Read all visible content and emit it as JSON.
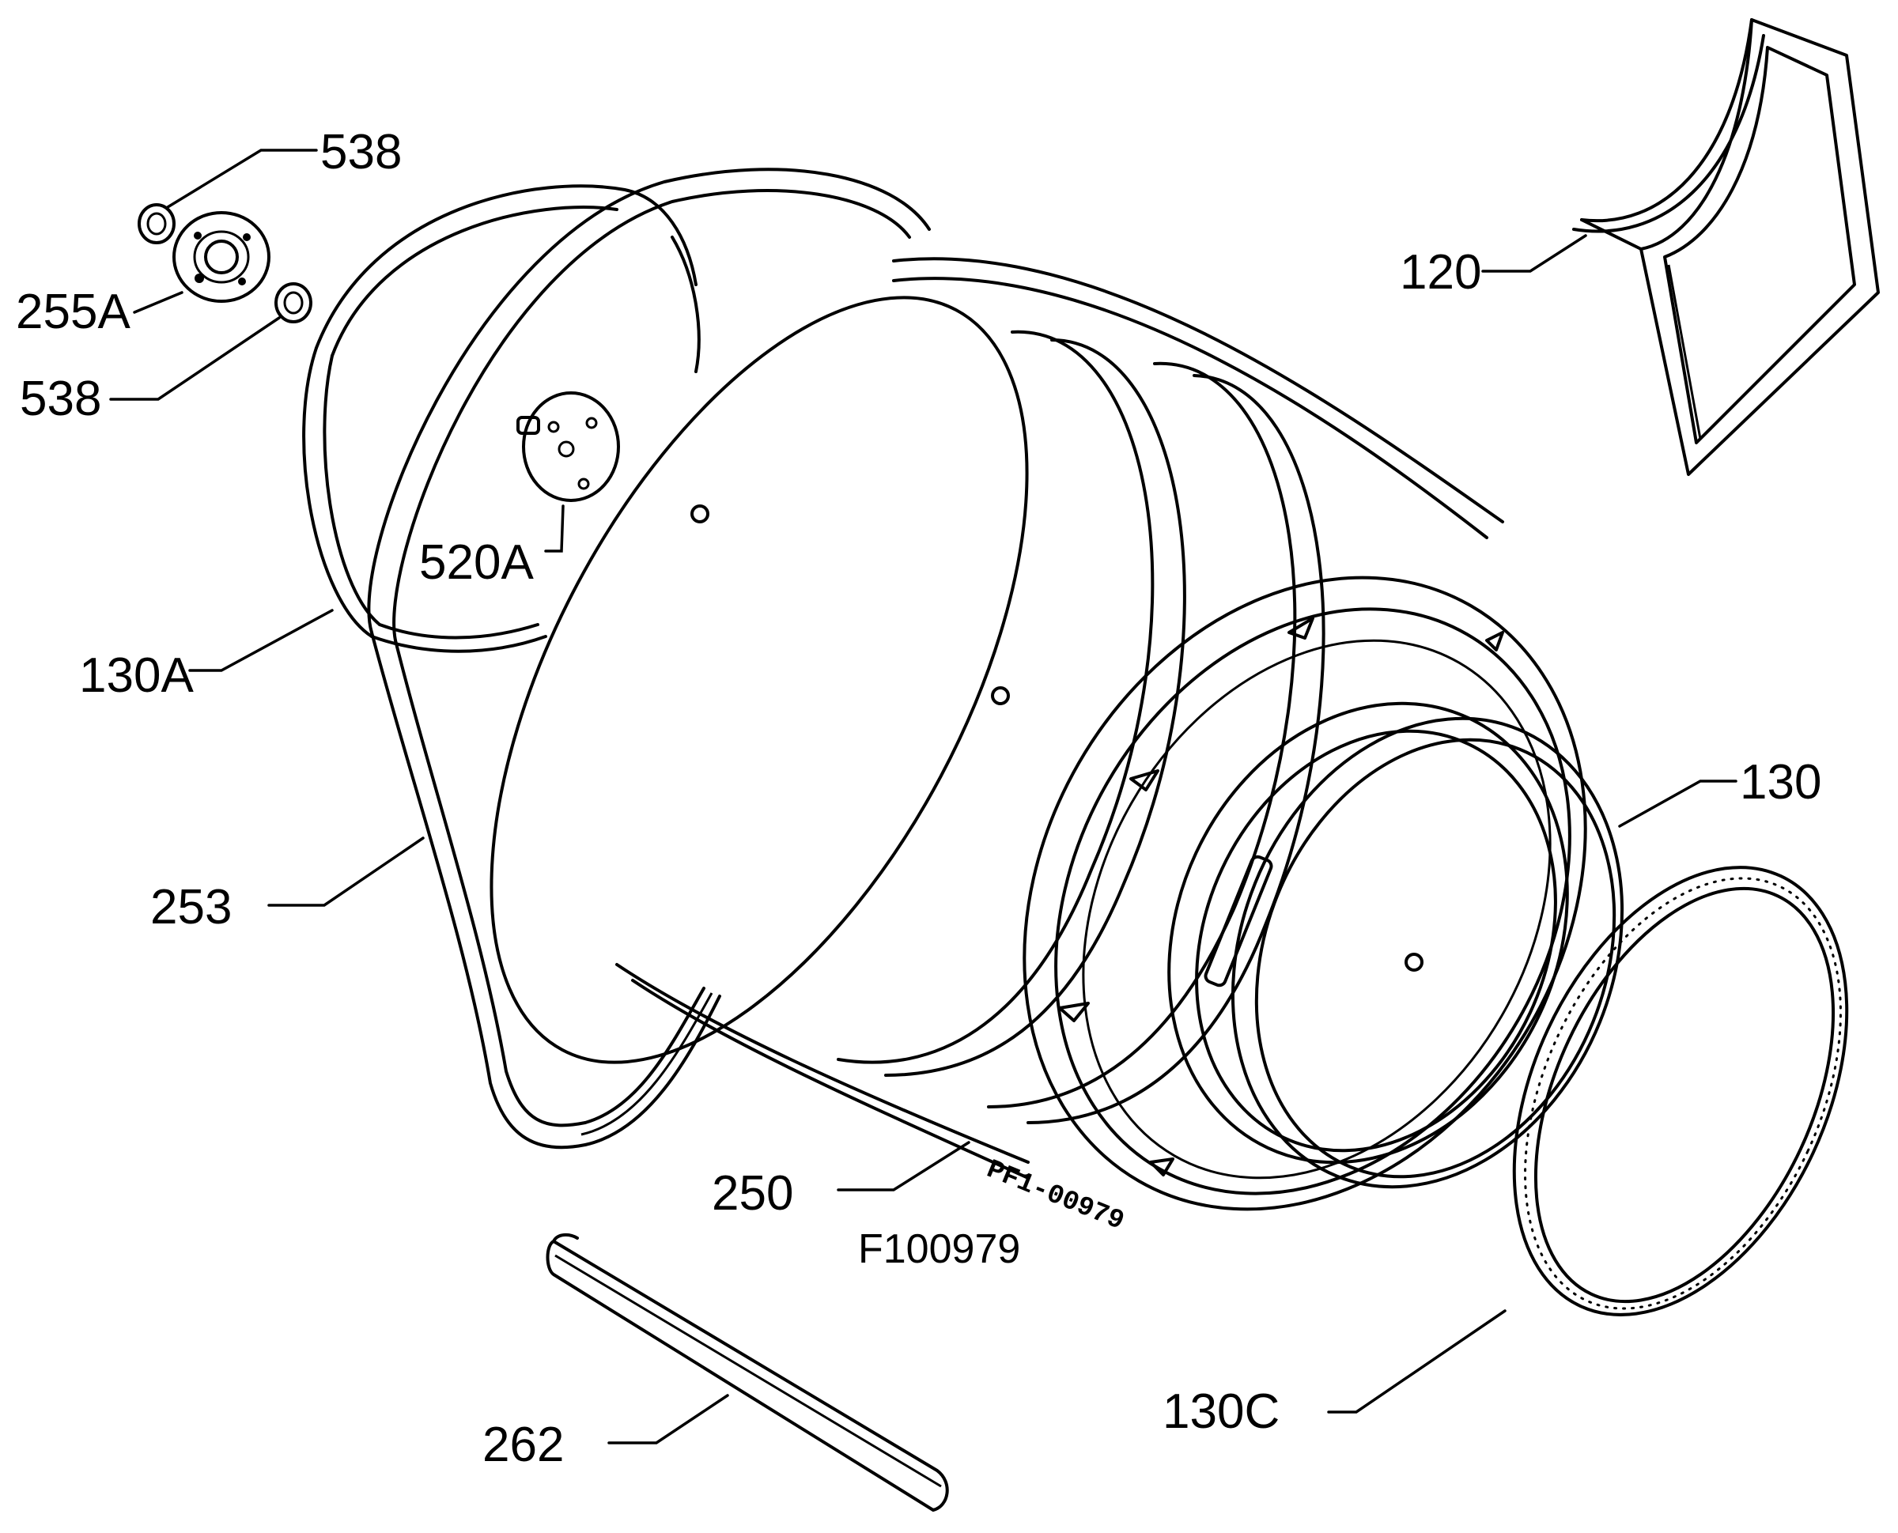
{
  "parts": [
    {
      "id": "p538a",
      "label": "538"
    },
    {
      "id": "p255a",
      "label": "255A"
    },
    {
      "id": "p538b",
      "label": "538"
    },
    {
      "id": "p520a",
      "label": "520A"
    },
    {
      "id": "p130a",
      "label": "130A"
    },
    {
      "id": "p253",
      "label": "253"
    },
    {
      "id": "p250",
      "label": "250"
    },
    {
      "id": "p262",
      "label": "262"
    },
    {
      "id": "p120",
      "label": "120"
    },
    {
      "id": "p130",
      "label": "130"
    },
    {
      "id": "p130c",
      "label": "130C"
    }
  ],
  "drawing_code": "F100979",
  "drum_stamp": "PF1-00979"
}
